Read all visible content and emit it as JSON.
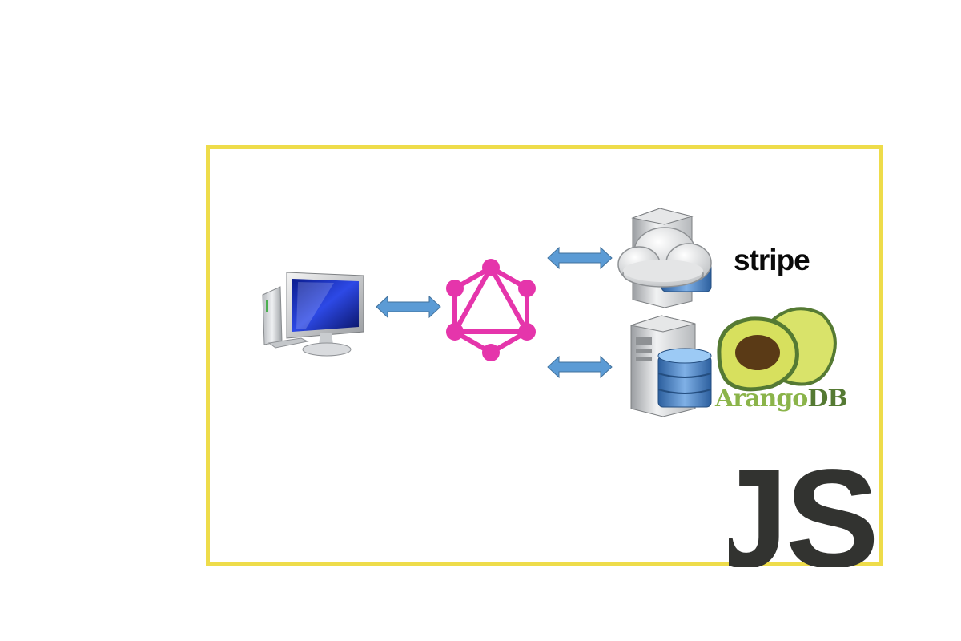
{
  "nodes": {
    "client": {
      "icon": "desktop-computer-icon"
    },
    "api": {
      "icon": "graphql-icon"
    },
    "payments": {
      "icon": "cloud-server-icon",
      "label": "stripe"
    },
    "database": {
      "icon": "database-server-icon",
      "label_part1": "Arango",
      "label_part2": "DB",
      "logo": "avocado-icon"
    }
  },
  "badge": {
    "text": "JS"
  },
  "colors": {
    "frame": "#eedc4a",
    "arrow": "#5b9bd5",
    "graphql": "#e535ab",
    "js": "#323330",
    "arango_light": "#8bb44a",
    "arango_dark": "#557a33"
  }
}
